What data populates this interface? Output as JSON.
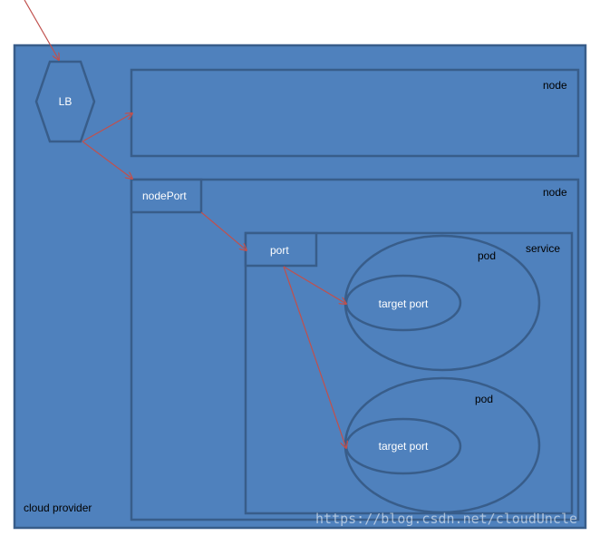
{
  "labels": {
    "lb": "LB",
    "node_top": "node",
    "node_main": "node",
    "node_port": "nodePort",
    "port": "port",
    "service": "service",
    "pod_top": "pod",
    "pod_bottom": "pod",
    "target_port_top": "target port",
    "target_port_bottom": "target port",
    "cloud_provider": "cloud provider"
  },
  "watermark": "https://blog.csdn.net/cloudUncle",
  "colors": {
    "fill": "#4f81bd",
    "stroke": "#385d8a",
    "arrow": "#c0504d",
    "dark_text": "#000000",
    "light_text": "#ffffff"
  }
}
